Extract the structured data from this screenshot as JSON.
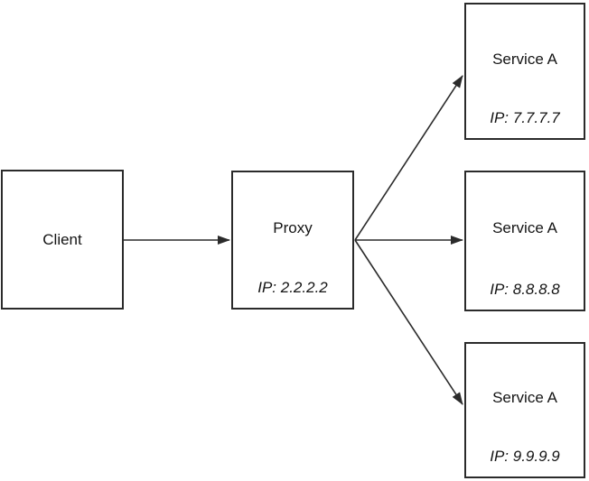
{
  "colors": {
    "bg": "#ffffff",
    "stroke": "#2b2b2b",
    "text": "#141414"
  },
  "nodes": {
    "client": {
      "label": "Client"
    },
    "proxy": {
      "label": "Proxy",
      "ip": "IP: 2.2.2.2"
    },
    "service_top": {
      "label": "Service A",
      "ip": "IP: 7.7.7.7"
    },
    "service_middle": {
      "label": "Service A",
      "ip": "IP: 8.8.8.8"
    },
    "service_bottom": {
      "label": "Service A",
      "ip": "IP: 9.9.9.9"
    }
  },
  "edges": [
    {
      "from": "client",
      "to": "proxy"
    },
    {
      "from": "proxy",
      "to": "service_top"
    },
    {
      "from": "proxy",
      "to": "service_middle"
    },
    {
      "from": "proxy",
      "to": "service_bottom"
    }
  ]
}
